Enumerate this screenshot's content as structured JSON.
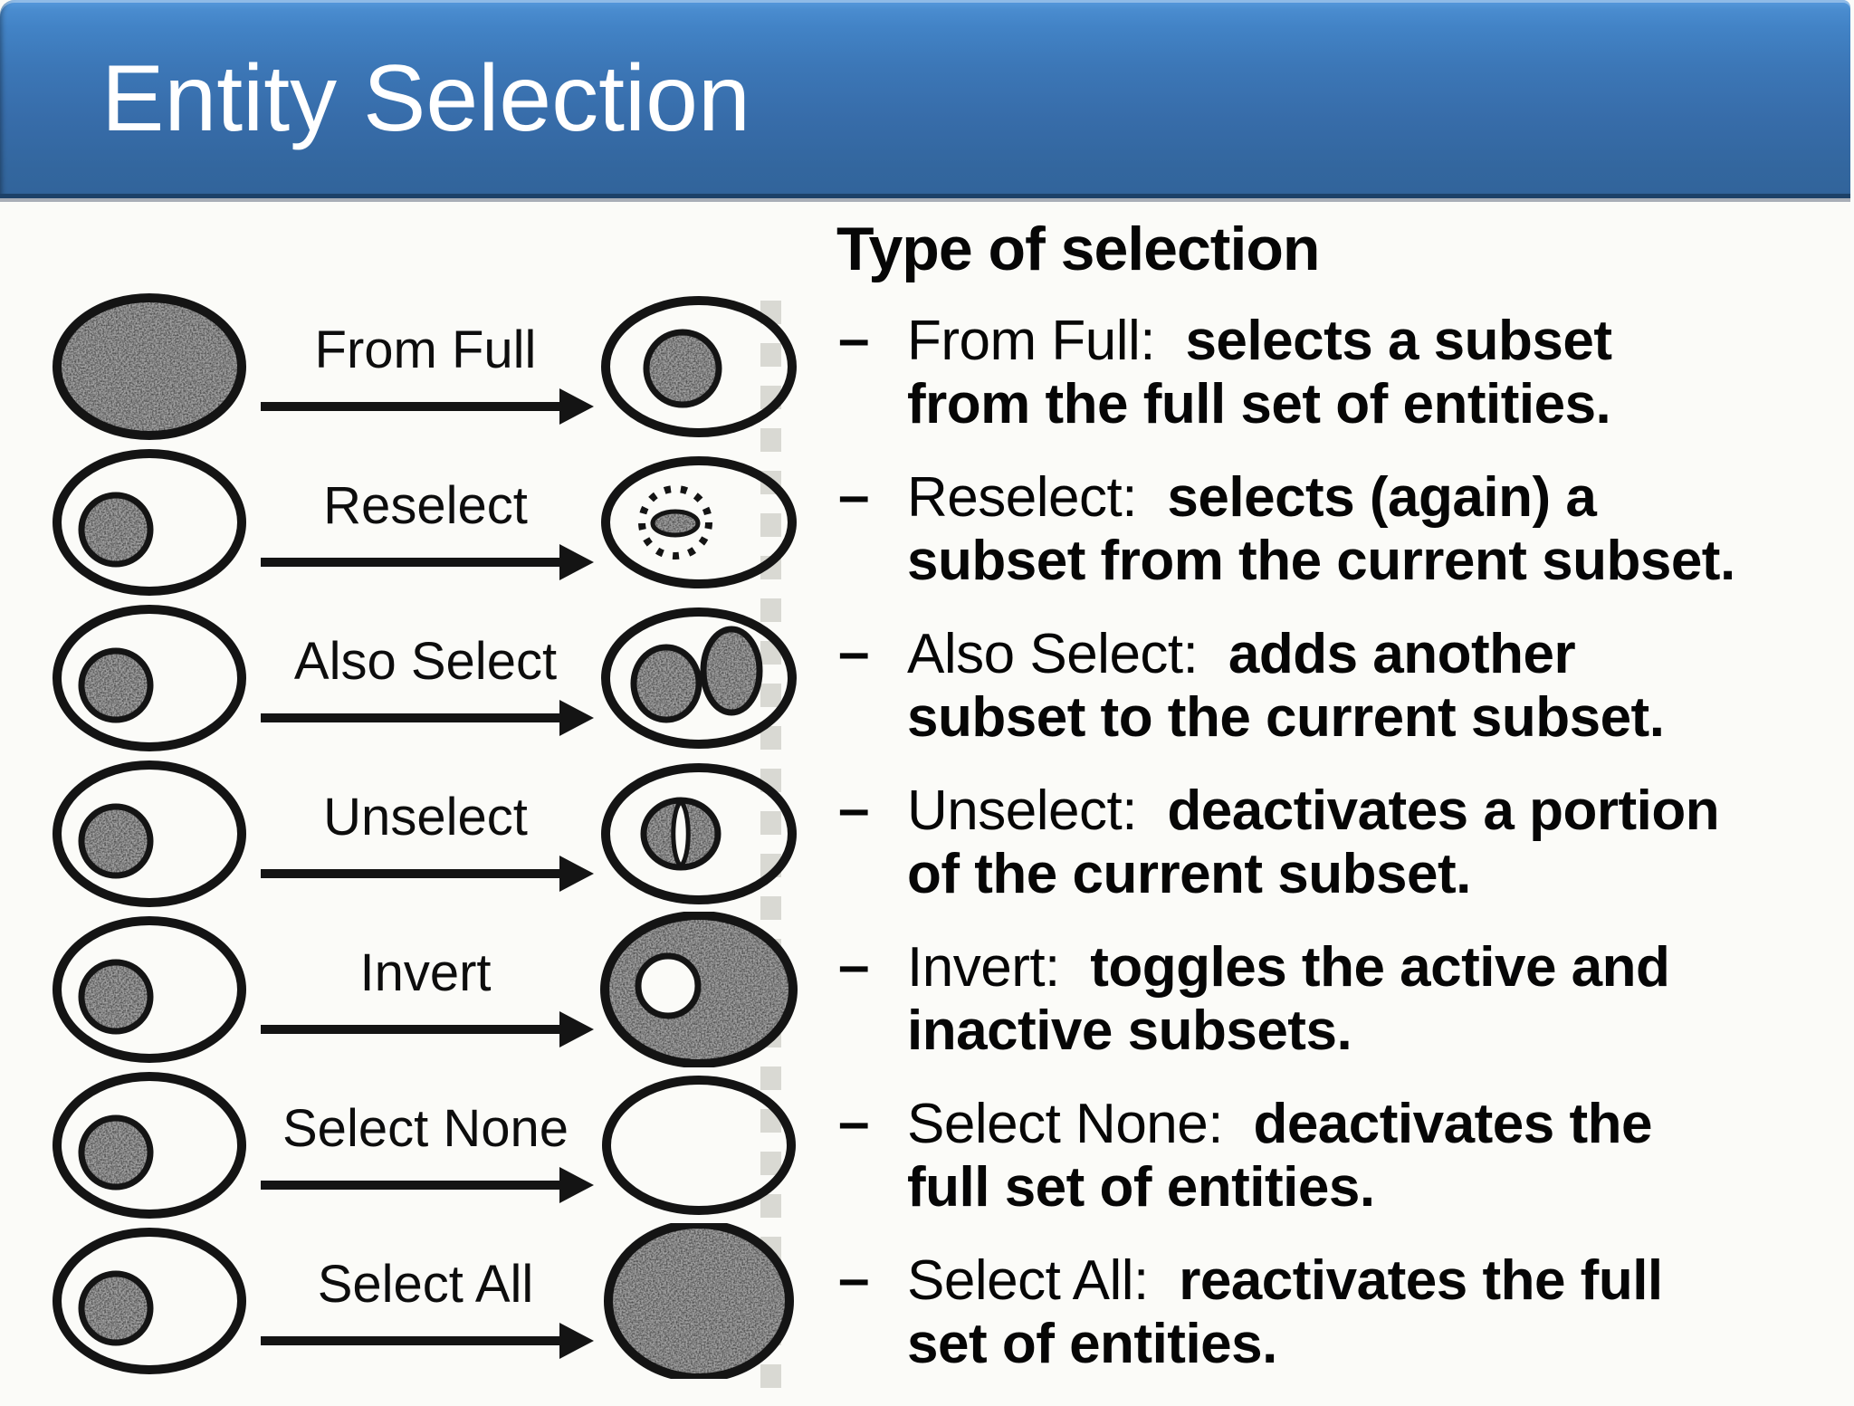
{
  "header": {
    "title": "Entity Selection",
    "background_top_color": "#4a8ccf",
    "background_bottom_color": "#32649b",
    "edge_color": "#1d4168",
    "text_color": "#ffffff"
  },
  "watermark": {
    "color": "#d9d9d3"
  },
  "diagram": {
    "texture_color": "#a2a2a2",
    "stroke_color": "#141414",
    "rows": [
      {
        "label": "From Full",
        "left_state": "full-set-selected",
        "right_state": "subset-selected"
      },
      {
        "label": "Reselect",
        "left_state": "subset-selected",
        "right_state": "subset-of-subset-dotted"
      },
      {
        "label": "Also Select",
        "left_state": "subset-selected",
        "right_state": "two-subsets-selected"
      },
      {
        "label": "Unselect",
        "left_state": "subset-selected",
        "right_state": "subset-with-portion-removed"
      },
      {
        "label": "Invert",
        "left_state": "subset-selected",
        "right_state": "inverted-selection"
      },
      {
        "label": "Select None",
        "left_state": "subset-selected",
        "right_state": "nothing-selected"
      },
      {
        "label": "Select All",
        "left_state": "subset-selected",
        "right_state": "full-set-selected"
      }
    ]
  },
  "content": {
    "heading": "Type of selection",
    "bullets": [
      {
        "marker": "–",
        "label": "From Full:",
        "desc_line1": "  selects a subset",
        "desc_line2": "from the full set of entities."
      },
      {
        "marker": "–",
        "label": "Reselect:",
        "desc_line1": "  selects (again) a",
        "desc_line2": "subset from the current subset."
      },
      {
        "marker": "–",
        "label": "Also Select:",
        "desc_line1": "  adds another",
        "desc_line2": "subset to the current subset."
      },
      {
        "marker": "–",
        "label": "Unselect:",
        "desc_line1": "  deactivates a portion",
        "desc_line2": "of the current subset."
      },
      {
        "marker": "–",
        "label": "Invert:",
        "desc_line1": "  toggles the active and",
        "desc_line2": "inactive subsets."
      },
      {
        "marker": "–",
        "label": "Select None:",
        "desc_line1": "  deactivates the",
        "desc_line2": "full set of entities."
      },
      {
        "marker": "–",
        "label": "Select All:",
        "desc_line1": "  reactivates the full",
        "desc_line2": "set of entities."
      }
    ]
  }
}
